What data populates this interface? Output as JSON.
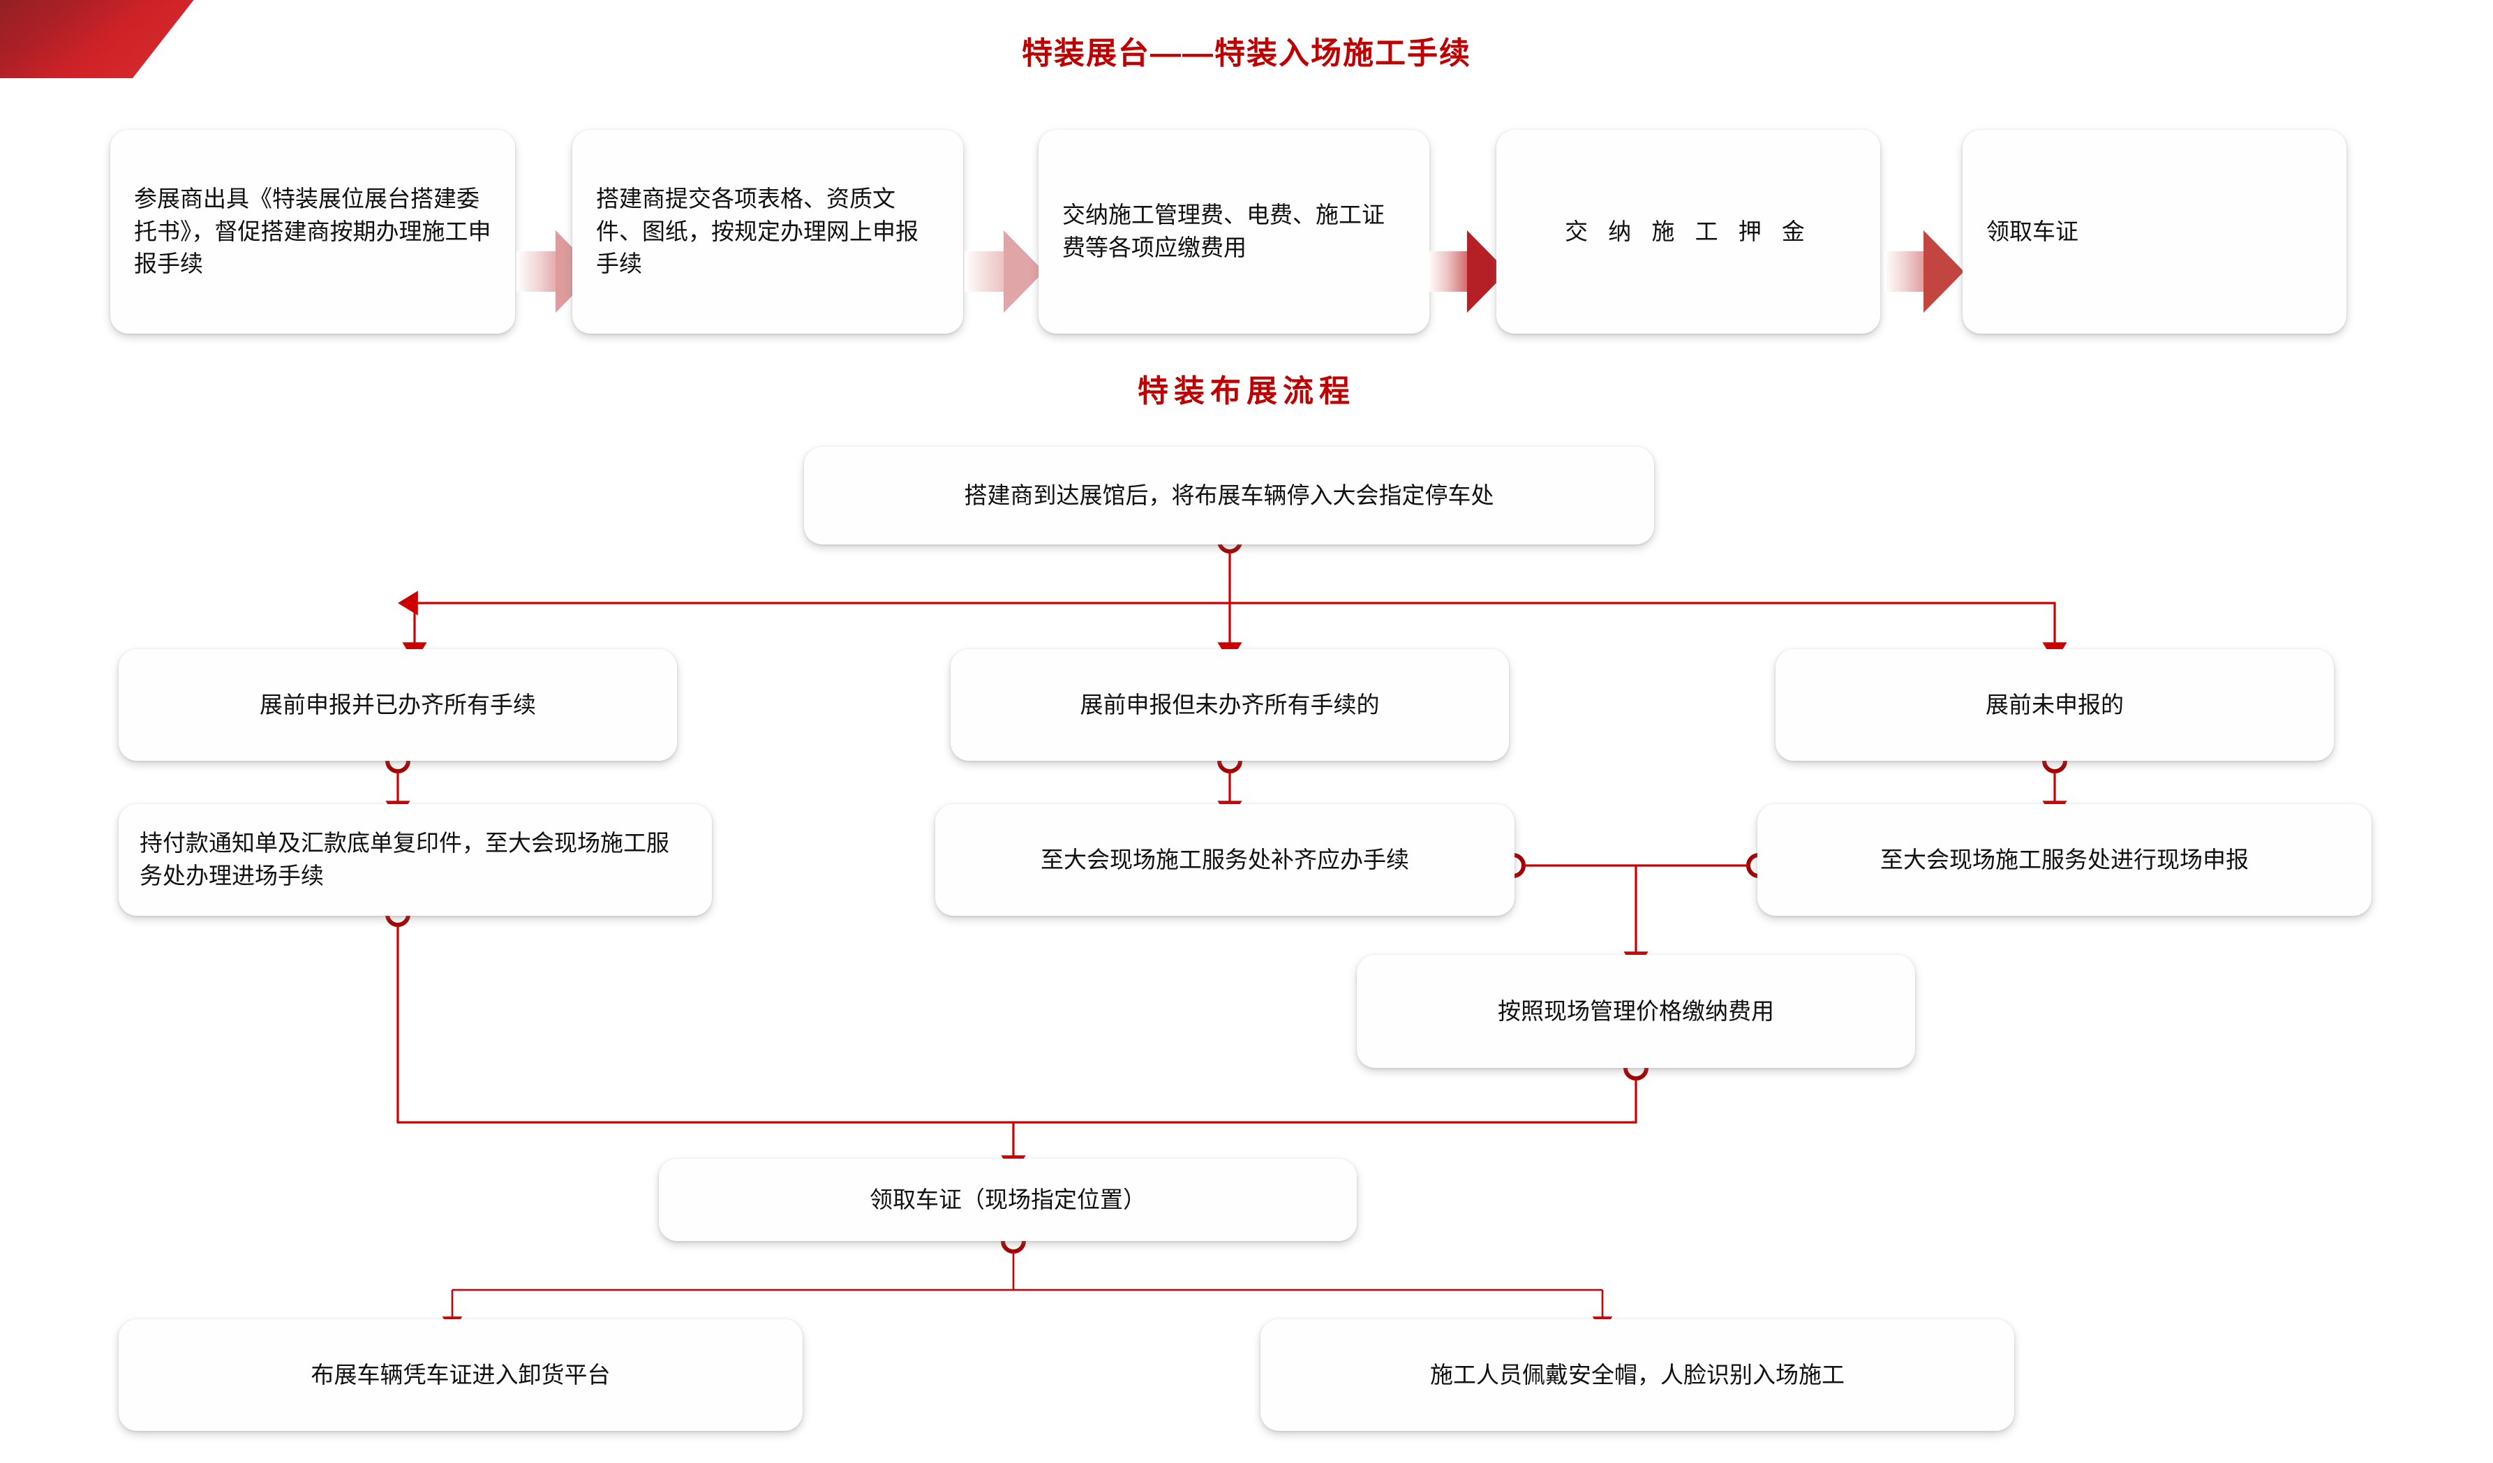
{
  "meta": {
    "accent_red": "#c00000",
    "connector_red": "#cc0000",
    "box_text_color": "#111111",
    "corner_gray": "#59636e"
  },
  "section_1": {
    "title": "特装展台——特装入场施工手续",
    "steps": [
      {
        "id": "s1",
        "text": "参展商出具《特装展位展台搭建委托书》，督促搭建商按期办理施工申报手续"
      },
      {
        "id": "s2",
        "text": "搭建商提交各项表格、资质文件、图纸，按规定办理网上申报手续"
      },
      {
        "id": "s3",
        "text": "交纳施工管理费、电费、施工证费等各项应缴费用"
      },
      {
        "id": "s4",
        "text": "交 纳 施 工 押 金"
      },
      {
        "id": "s5",
        "text": "领取车证"
      }
    ],
    "arrows": [
      "arrow-1",
      "arrow-2",
      "arrow-3",
      "arrow-4"
    ]
  },
  "section_2": {
    "title": "特装布展流程",
    "nodes": {
      "start": "搭建商到达展馆后，将布展车辆停入大会指定停车处",
      "branch_left": "展前申报并已办齐所有手续",
      "branch_mid": "展前申报但未办齐所有手续的",
      "branch_right": "展前未申报的",
      "left_action": "持付款通知单及汇款底单复印件，至大会现场施工服务处办理进场手续",
      "mid_action": "至大会现场施工服务处补齐应办手续",
      "right_action": "至大会现场施工服务处进行现场申报",
      "fee": "按照现场管理价格缴纳费用",
      "permit": "领取车证（现场指定位置）",
      "end_left": "布展车辆凭车证进入卸货平台",
      "end_right": "施工人员佩戴安全帽，人脸识别入场施工"
    }
  }
}
